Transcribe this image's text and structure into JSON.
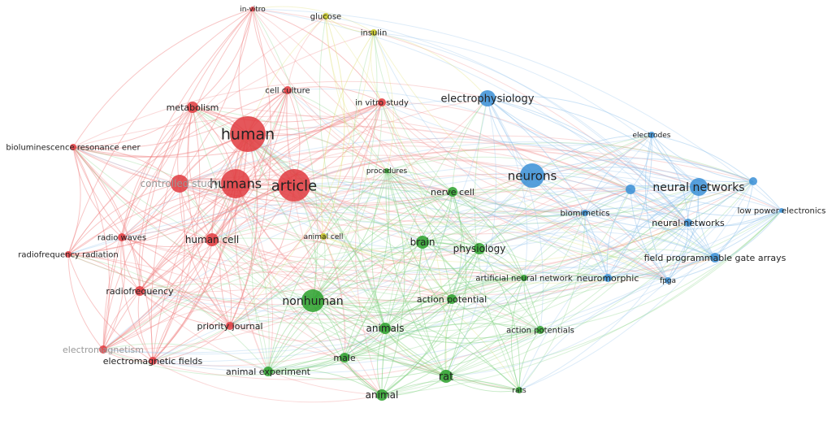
{
  "clusters": {
    "red": "#e0393e",
    "green": "#2ca02c",
    "blue": "#3a8fd6",
    "yellow": "#c8c81e"
  },
  "edge_colors": {
    "red": "#f08080",
    "green": "#7fd07f",
    "blue": "#8fc0ec",
    "yellow": "#dede6e"
  },
  "nodes": [
    {
      "id": "human",
      "label": "human",
      "cluster": "red"
    },
    {
      "id": "humans",
      "label": "humans",
      "cluster": "red"
    },
    {
      "id": "article",
      "label": "article",
      "cluster": "red"
    },
    {
      "id": "controlled-study",
      "label": "controlled study",
      "cluster": "red",
      "faint": true
    },
    {
      "id": "metabolism",
      "label": "metabolism",
      "cluster": "red"
    },
    {
      "id": "cell-culture",
      "label": "cell culture",
      "cluster": "red"
    },
    {
      "id": "in-vitro-study",
      "label": "in vitro study",
      "cluster": "red"
    },
    {
      "id": "in-vitro",
      "label": "in-vitro",
      "cluster": "red"
    },
    {
      "id": "bioluminescence",
      "label": "bioluminescence resonance ener",
      "cluster": "red"
    },
    {
      "id": "radio-waves",
      "label": "radio waves",
      "cluster": "red"
    },
    {
      "id": "human-cell",
      "label": "human cell",
      "cluster": "red"
    },
    {
      "id": "rf-radiation",
      "label": "radiofrequency radiation",
      "cluster": "red"
    },
    {
      "id": "radiofrequency",
      "label": "radiofrequency",
      "cluster": "red"
    },
    {
      "id": "priority-journal",
      "label": "priority journal",
      "cluster": "red"
    },
    {
      "id": "electromagnetism",
      "label": "electromagnetism",
      "cluster": "red",
      "faint": true
    },
    {
      "id": "em-fields",
      "label": "electromagnetic fields",
      "cluster": "red"
    },
    {
      "id": "glucose",
      "label": "glucose",
      "cluster": "yellow"
    },
    {
      "id": "insulin",
      "label": "insulin",
      "cluster": "yellow"
    },
    {
      "id": "animal-cell",
      "label": "animal cell",
      "cluster": "yellow"
    },
    {
      "id": "procedures",
      "label": "procedures",
      "cluster": "green"
    },
    {
      "id": "nerve-cell",
      "label": "nerve cell",
      "cluster": "green"
    },
    {
      "id": "brain",
      "label": "brain",
      "cluster": "green"
    },
    {
      "id": "physiology",
      "label": "physiology",
      "cluster": "green"
    },
    {
      "id": "nonhuman",
      "label": "nonhuman",
      "cluster": "green"
    },
    {
      "id": "action-potential",
      "label": "action potential",
      "cluster": "green"
    },
    {
      "id": "ann",
      "label": "artificial neural network",
      "cluster": "green"
    },
    {
      "id": "animals",
      "label": "animals",
      "cluster": "green"
    },
    {
      "id": "action-potentials",
      "label": "action potentials",
      "cluster": "green"
    },
    {
      "id": "male",
      "label": "male",
      "cluster": "green"
    },
    {
      "id": "animal-experiment",
      "label": "animal experiment",
      "cluster": "green"
    },
    {
      "id": "rat",
      "label": "rat",
      "cluster": "green"
    },
    {
      "id": "animal",
      "label": "animal",
      "cluster": "green"
    },
    {
      "id": "rats",
      "label": "rats",
      "cluster": "green"
    },
    {
      "id": "electrophysiology",
      "label": "electrophysiology",
      "cluster": "blue"
    },
    {
      "id": "neurons",
      "label": "neurons",
      "cluster": "blue"
    },
    {
      "id": "electrodes",
      "label": "electrodes",
      "cluster": "blue"
    },
    {
      "id": "blue-unlabeled-1",
      "label": "",
      "cluster": "blue"
    },
    {
      "id": "neural-networks",
      "label": "neural networks",
      "cluster": "blue"
    },
    {
      "id": "blue-unlabeled-2",
      "label": "",
      "cluster": "blue"
    },
    {
      "id": "low-power",
      "label": "low power electronics",
      "cluster": "blue"
    },
    {
      "id": "biomimetics",
      "label": "biomimetics",
      "cluster": "blue"
    },
    {
      "id": "neural-networks-2",
      "label": "neural-networks",
      "cluster": "blue"
    },
    {
      "id": "fpga-long",
      "label": "field programmable gate arrays",
      "cluster": "blue"
    },
    {
      "id": "neuromorphic",
      "label": "neuromorphic",
      "cluster": "blue"
    },
    {
      "id": "fpga",
      "label": "fpga",
      "cluster": "blue"
    }
  ]
}
